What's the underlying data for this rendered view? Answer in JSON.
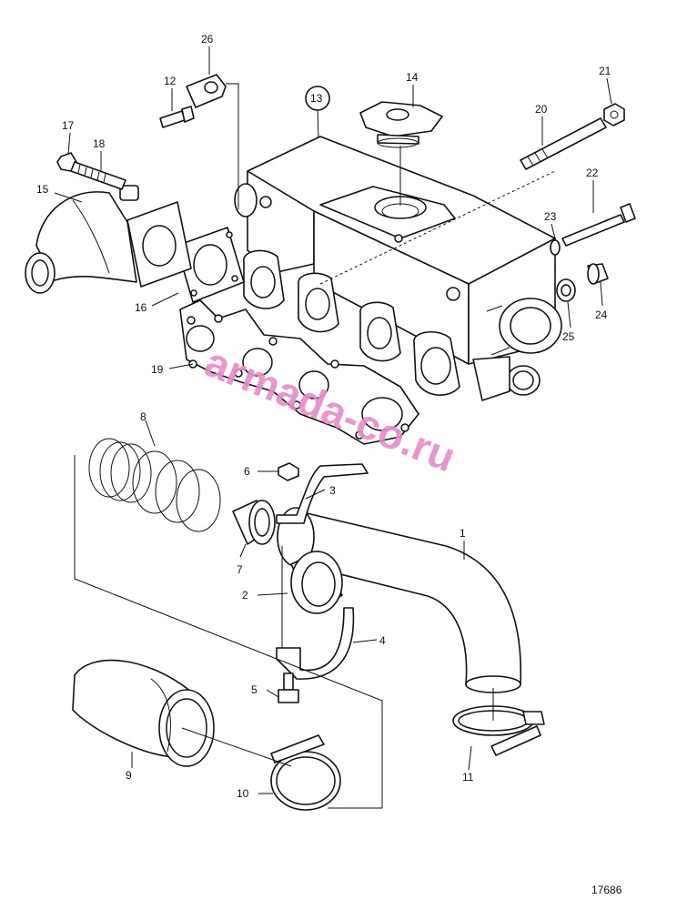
{
  "drawing_number": "17686",
  "watermark": {
    "text": "armada-co.ru",
    "color": "#e88bc6"
  },
  "callouts": [
    {
      "id": "c1",
      "label": "1"
    },
    {
      "id": "c2",
      "label": "2"
    },
    {
      "id": "c3",
      "label": "3"
    },
    {
      "id": "c4",
      "label": "4"
    },
    {
      "id": "c5",
      "label": "5"
    },
    {
      "id": "c6",
      "label": "6"
    },
    {
      "id": "c7",
      "label": "7"
    },
    {
      "id": "c8",
      "label": "8"
    },
    {
      "id": "c9",
      "label": "9"
    },
    {
      "id": "c10",
      "label": "10"
    },
    {
      "id": "c11",
      "label": "11"
    },
    {
      "id": "c12",
      "label": "12"
    },
    {
      "id": "c13",
      "label": "13"
    },
    {
      "id": "c14",
      "label": "14"
    },
    {
      "id": "c15",
      "label": "15"
    },
    {
      "id": "c16",
      "label": "16"
    },
    {
      "id": "c17",
      "label": "17"
    },
    {
      "id": "c18",
      "label": "18"
    },
    {
      "id": "c19",
      "label": "19"
    },
    {
      "id": "c20",
      "label": "20"
    },
    {
      "id": "c21",
      "label": "21"
    },
    {
      "id": "c22",
      "label": "22"
    },
    {
      "id": "c23",
      "label": "23"
    },
    {
      "id": "c24",
      "label": "24"
    },
    {
      "id": "c25",
      "label": "25"
    },
    {
      "id": "c26",
      "label": "26"
    }
  ]
}
